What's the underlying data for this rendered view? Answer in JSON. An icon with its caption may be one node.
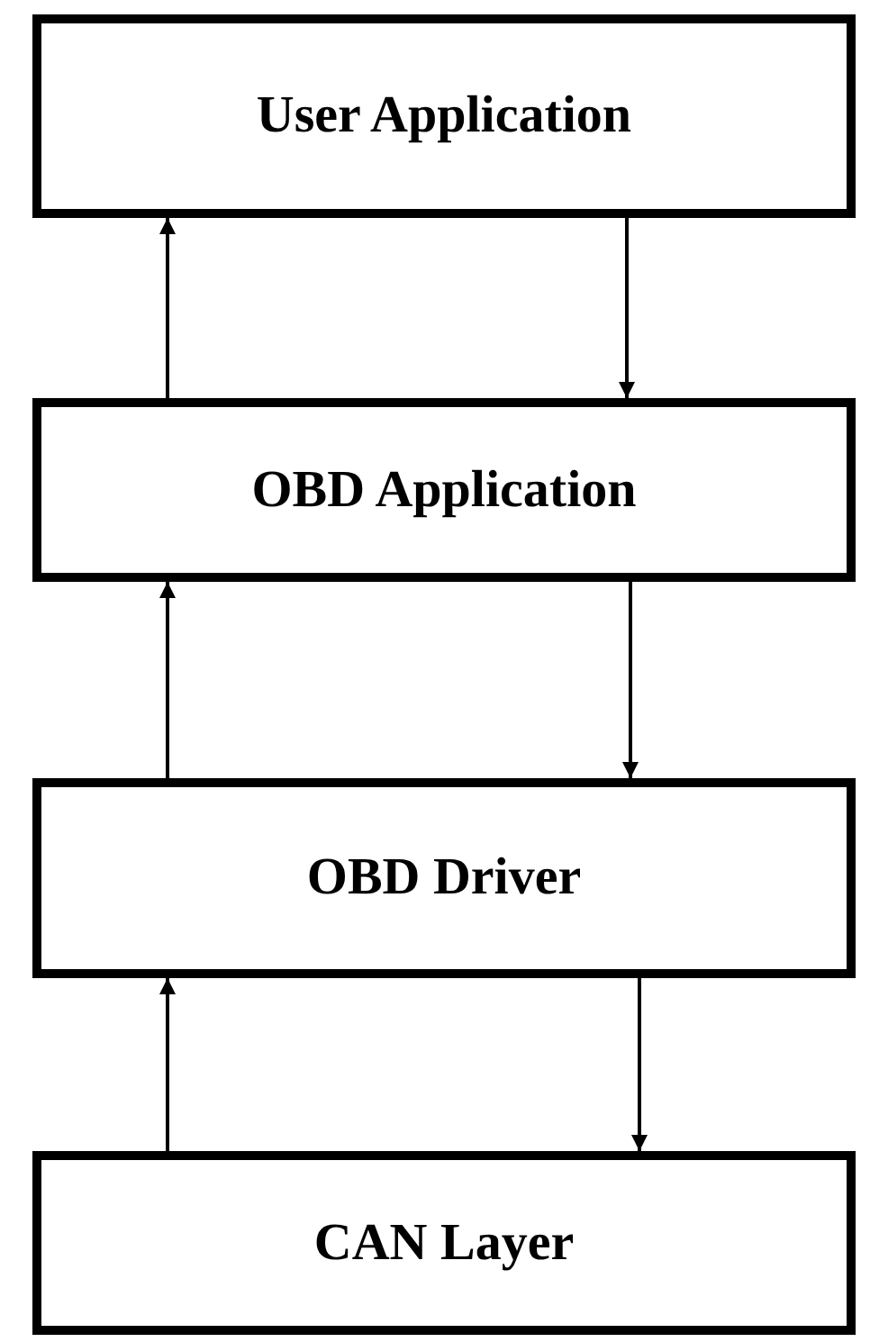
{
  "diagram": {
    "nodes": [
      {
        "text": [
          "User Application"
        ]
      },
      {
        "text": [
          "OBD Application"
        ]
      },
      {
        "text": [
          "OBD Driver"
        ]
      },
      {
        "text": [
          "CAN Layer"
        ]
      }
    ],
    "edges": [
      {
        "from": 1,
        "to": 0,
        "arrow": "to"
      },
      {
        "from": 0,
        "to": 1,
        "arrow": "to"
      },
      {
        "from": 2,
        "to": 1,
        "arrow": "to"
      },
      {
        "from": 1,
        "to": 2,
        "arrow": "to"
      },
      {
        "from": 3,
        "to": 2,
        "arrow": "to"
      },
      {
        "from": 2,
        "to": 3,
        "arrow": "to"
      }
    ]
  }
}
